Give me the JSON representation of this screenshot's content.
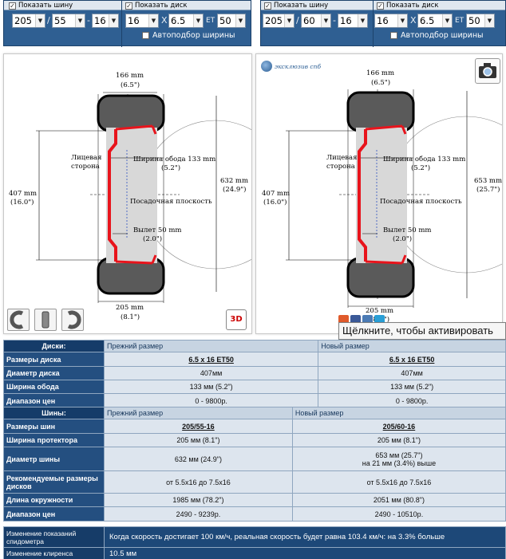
{
  "selectors": {
    "left": {
      "show_tire_label": "Показать шину",
      "show_disk_label": "Показать диск",
      "tire_width": "205",
      "tire_profile": "55",
      "tire_diameter": "16",
      "disk_diameter": "16",
      "x_glyph": "X",
      "disk_width": "6.5",
      "et_label": "ET",
      "disk_et": "50",
      "auto_width_label": "Автоподбор ширины"
    },
    "right": {
      "show_tire_label": "Показать шину",
      "show_disk_label": "Показать диск",
      "tire_width": "205",
      "tire_profile": "60",
      "tire_diameter": "16",
      "disk_diameter": "16",
      "x_glyph": "X",
      "disk_width": "6.5",
      "et_label": "ET",
      "disk_et": "50",
      "auto_width_label": "Автоподбор ширины"
    },
    "slash": "/",
    "dash": "-"
  },
  "diagram_labels": {
    "left": {
      "top_width": "166 mm",
      "top_width_in": "(6.5\")",
      "face_line1": "Лицевая",
      "face_line2": "сторона",
      "rim_width": "Ширина обода 133 mm",
      "rim_width_in": "(5.2\")",
      "outer_diam": "632 mm",
      "outer_diam_in": "(24.9\")",
      "rim_diam": "407 mm",
      "rim_diam_in": "(16.0\")",
      "mount_plane": "Посадочная плоскость",
      "offset": "Вылет 50 mm",
      "offset_in": "(2.0\")",
      "tread_width": "205 mm",
      "tread_width_in": "(8.1\")"
    },
    "right": {
      "logo_text": "эксклюзив спб",
      "top_width": "166 mm",
      "top_width_in": "(6.5\")",
      "face_line1": "Лицевая",
      "face_line2": "сторона",
      "rim_width": "Ширина обода 133 mm",
      "rim_width_in": "(5.2\")",
      "outer_diam": "653 mm",
      "outer_diam_in": "(25.7\")",
      "rim_diam": "407 mm",
      "rim_diam_in": "(16.0\")",
      "mount_plane": "Посадочная плоскость",
      "offset": "Вылет 50 mm",
      "offset_in": "(2.0\")",
      "tread_width": "205 mm",
      "tread_width_in": "(8.1\")"
    },
    "btn_3d": "3D"
  },
  "tooltip": "Щёлкните, чтобы активировать",
  "disks_table": {
    "title": "Диски:",
    "col_old": "Прежний размер",
    "col_new": "Новый размер",
    "rows": [
      {
        "label": "Размеры диска",
        "old": "6.5 x 16 ET50",
        "new": "6.5 x 16 ET50"
      },
      {
        "label": "Диаметр диска",
        "old": "407мм",
        "new": "407мм"
      },
      {
        "label": "Ширина обода",
        "old": "133 мм (5.2\")",
        "new": "133 мм (5.2\")"
      },
      {
        "label": "Диапазон цен",
        "old": "0 - 9800р.",
        "new": "0 - 9800р."
      }
    ]
  },
  "tires_table": {
    "title": "Шины:",
    "col_old": "Прежний размер",
    "col_new": "Новый размер",
    "rows": [
      {
        "label": "Размеры шин",
        "old": "205/55-16",
        "new": "205/60-16"
      },
      {
        "label": "Ширина протектора",
        "old": "205 мм (8.1\")",
        "new": "205 мм (8.1\")"
      },
      {
        "label": "Диаметр шины",
        "old": "632 мм (24.9\")",
        "new": "653 мм (25.7\")",
        "new_extra": "на 21 мм (3.4%) выше"
      },
      {
        "label": "Рекомендуемые размеры дисков",
        "old": "от 5.5x16 до 7.5x16",
        "new": "от 5.5x16 до 7.5x16"
      },
      {
        "label": "Длина окружности",
        "old": "1985 мм (78.2\")",
        "new": "2051 мм (80.8\")"
      },
      {
        "label": "Диапазон цен",
        "old": "2490 - 9239р.",
        "new": "2490 - 10510р."
      }
    ]
  },
  "bottom_table": {
    "rows": [
      {
        "label": "Изменение показаний спидометра",
        "value": "Когда скорость достигает 100 км/ч, реальная скорость будет равна 103.4 км/ч: на 3.3% больше"
      },
      {
        "label": "Изменение клиренса",
        "value": "10.5 мм"
      }
    ]
  },
  "colors": {
    "accent_red": "#e8141c",
    "header_blue": "#153c69",
    "tire_dark": "#5a5a5a"
  }
}
